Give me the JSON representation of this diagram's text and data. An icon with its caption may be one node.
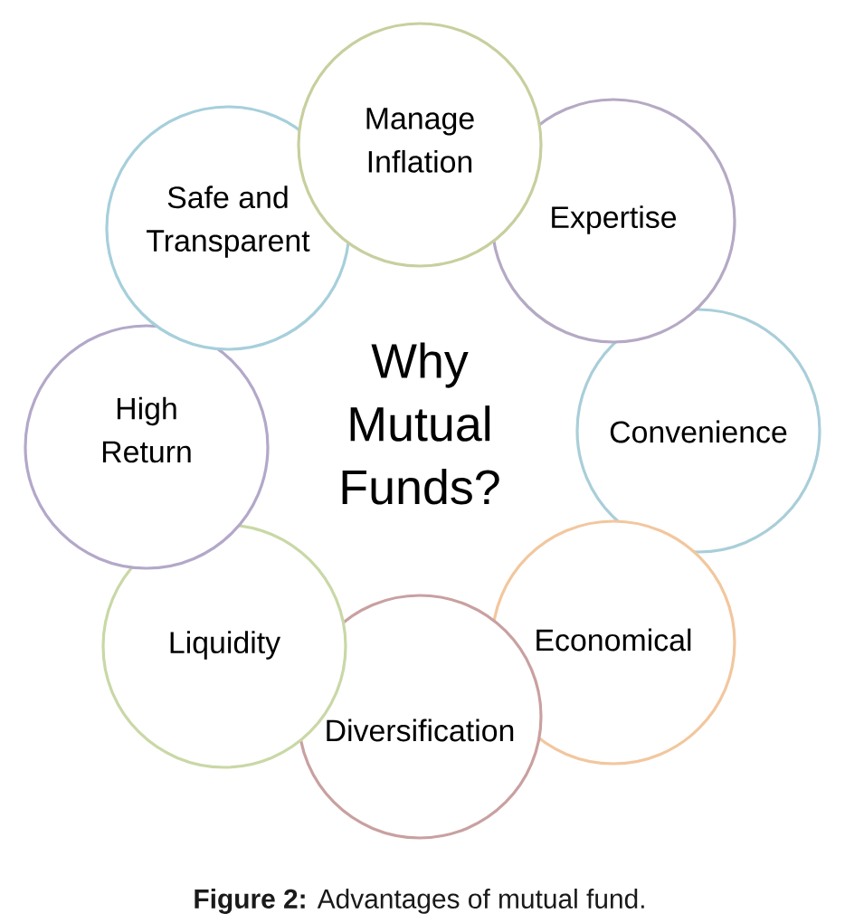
{
  "diagram": {
    "caption": "**Figure 2:** Advantages of mutual fund.",
    "nodes": [
      {
        "text": [
          "Manage Inflation"
        ]
      },
      {
        "text": [
          "Expertise"
        ]
      },
      {
        "text": [
          "Convenience"
        ]
      },
      {
        "text": [
          "Economical"
        ]
      },
      {
        "text": [
          "Diversification"
        ]
      },
      {
        "text": [
          "Liquidity"
        ]
      },
      {
        "text": [
          "High Return"
        ]
      },
      {
        "text": [
          "Safe and Transparent"
        ]
      }
    ],
    "labels": [
      "Why Mutual Funds?"
    ]
  }
}
